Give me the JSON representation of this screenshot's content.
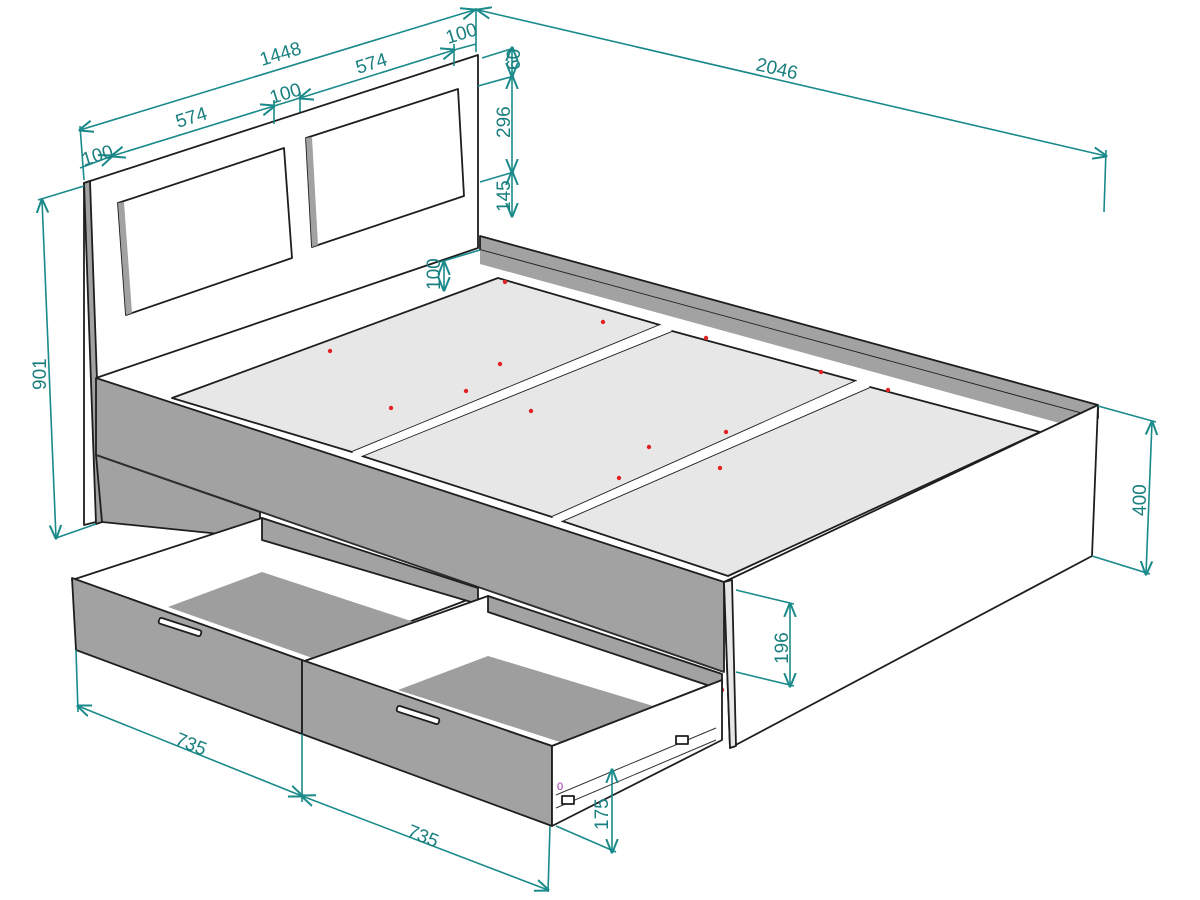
{
  "colors": {
    "dimension": "#1a8a8a",
    "panel_gray": "#a2a2a2",
    "slat_light": "#e7e7e7",
    "outline": "#1e1e1e",
    "marker": "#e52222"
  },
  "dimensions": {
    "overall_width": "1448",
    "overall_length": "2046",
    "headboard_height": "901",
    "side_height": "400",
    "panel_width_left": "574",
    "panel_width_right": "574",
    "edge_margin_left": "100",
    "center_gap": "100",
    "edge_margin_right": "100",
    "top_margin": "60",
    "panel_height": "296",
    "panel_bottom_gap": "145",
    "deck_offset": "100",
    "rail_height": "196",
    "drawer_width_left": "735",
    "drawer_width_right": "735",
    "drawer_height": "175"
  },
  "drawer_label_mark": "0"
}
